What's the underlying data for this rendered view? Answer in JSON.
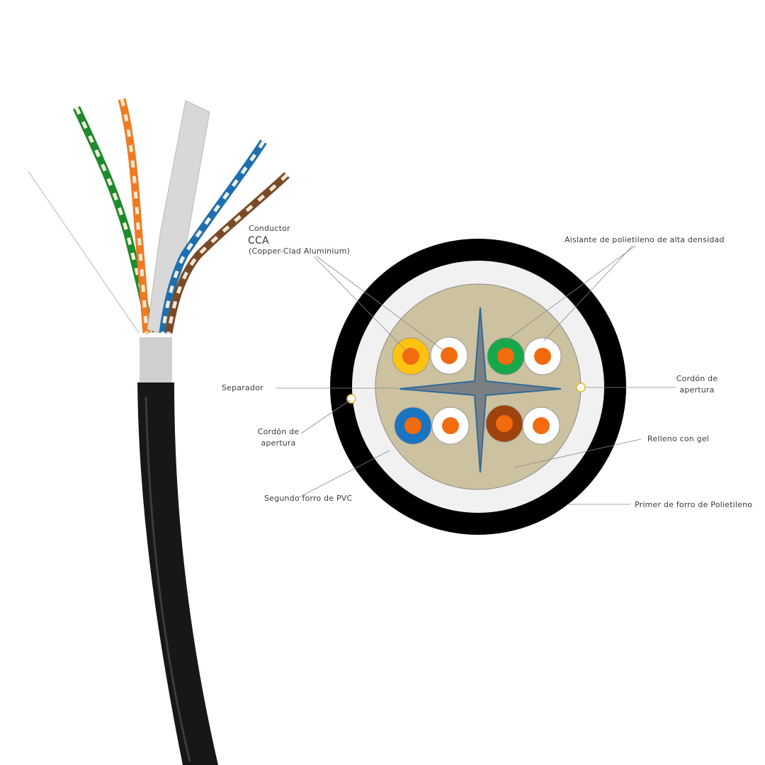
{
  "labels": {
    "conductor": "Conductor",
    "cca": "CCA",
    "cca_full": "(Copper-Clad Aluminium)",
    "insulation": "Aislante de polietileno de alta densidad",
    "separator": "Separador",
    "ripcord_left_1": "Cordón de",
    "ripcord_left_2": "apertura",
    "ripcord_right_1": "Cordón de",
    "ripcord_right_2": "apertura",
    "gel": "Relleno con gel",
    "second_jacket": "Segundo forro de PVC",
    "first_jacket": "Primer de forro de Polietileno"
  },
  "colors": {
    "outer_jacket": "#000000",
    "inner_jacket": "#f1f1f1",
    "gel_fill": "#ccc2a0",
    "separator": "#7a7f84",
    "conductor": "#f26b0f",
    "pair_yellow": "#ffc20e",
    "pair_green": "#16a84a",
    "pair_blue": "#1a74c2",
    "pair_brown": "#a0420c"
  }
}
